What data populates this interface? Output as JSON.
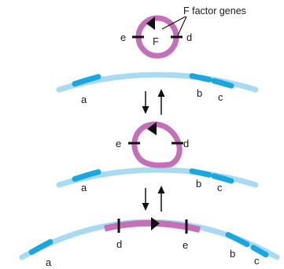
{
  "annotation": "F factor genes",
  "panel1": {
    "plasmid_label": "F",
    "plasmid_genes": [
      "e",
      "d"
    ],
    "chromosome_genes": [
      "a",
      "b",
      "c"
    ]
  },
  "panel2": {
    "plasmid_genes": [
      "e",
      "d"
    ],
    "chromosome_genes": [
      "a",
      "b",
      "c"
    ]
  },
  "panel3": {
    "integrated_genes": [
      "d",
      "e"
    ],
    "chromosome_genes": [
      "a",
      "b",
      "c"
    ]
  },
  "colors": {
    "chromosome": "#a8dbf2",
    "gene": "#1aa6de",
    "plasmid": "#c46fb7",
    "marker": "#111111"
  }
}
